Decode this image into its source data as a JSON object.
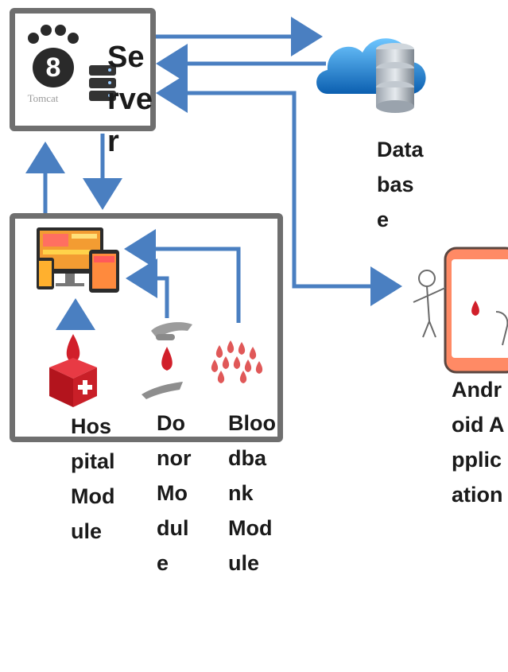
{
  "server": {
    "logo_text": "Tomcat",
    "label": "Server"
  },
  "database": {
    "label": "Database"
  },
  "android": {
    "label": "Android Application"
  },
  "modules": [
    {
      "label": "Hospital Module"
    },
    {
      "label": "Donor Module"
    },
    {
      "label": "Bloodbank Module"
    }
  ],
  "colors": {
    "arrow": "#4a7fc1",
    "frame": "#6f6f6f",
    "blood": "#d11f2a",
    "cloud": "#1e88d6"
  }
}
